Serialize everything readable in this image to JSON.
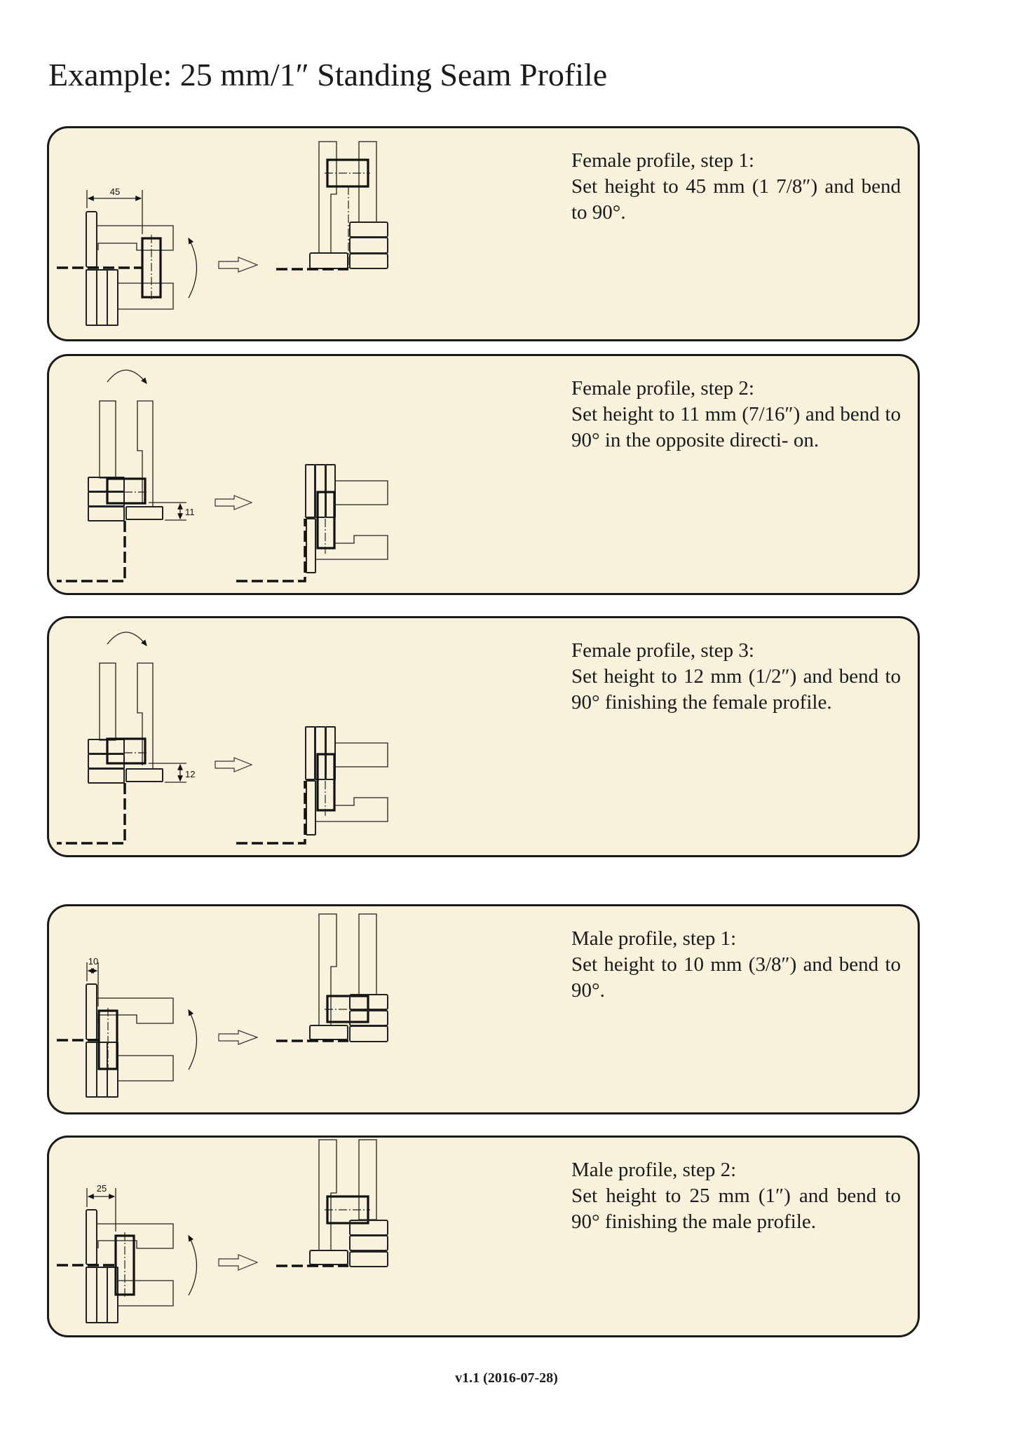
{
  "title": "Example: 25 mm/1″ Standing Seam Profile",
  "panels": [
    {
      "heading": "Female profile, step 1:",
      "body": "Set height to 45 mm (1 7/8″) and bend to 90°.",
      "dimension": "45"
    },
    {
      "heading": "Female profile, step 2:",
      "body": "Set height to 11 mm (7/16″) and bend to 90° in the opposite directi- on.",
      "dimension": "11"
    },
    {
      "heading": "Female profile, step 3:",
      "body": "Set height to 12 mm (1/2″) and bend to 90° finishing the female profile.",
      "dimension": "12"
    },
    {
      "heading": "Male profile, step 1:",
      "body": "Set height to 10 mm (3/8″) and bend to 90°.",
      "dimension": "10"
    },
    {
      "heading": "Male profile, step 2:",
      "body": "Set height to 25 mm (1″) and bend to 90° finishing the male profile.",
      "dimension": "25"
    }
  ],
  "footer": "v1.1 (2016-07-28)",
  "colors": {
    "panel_fill": "#f8f1db",
    "border": "#1a1a1a"
  }
}
